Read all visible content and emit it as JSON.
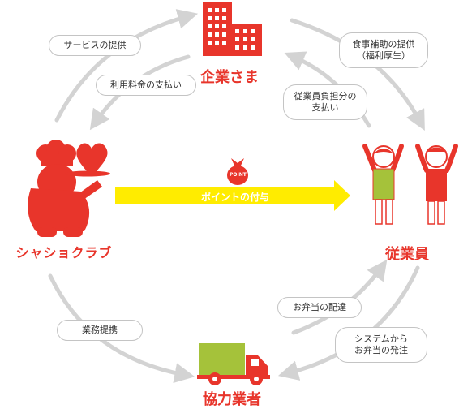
{
  "nodes": {
    "company": "企業さま",
    "employees": "従業員",
    "partner": "協力業者",
    "brand": "シャショクラブ"
  },
  "flows": {
    "service_provision": "サービスの提供",
    "usage_fee": "利用料金の支払い",
    "meal_subsidy_line1": "食事補助の提供",
    "meal_subsidy_line2": "（福利厚生）",
    "employee_share_line1": "従業員負担分の",
    "employee_share_line2": "支払い",
    "bento_delivery": "お弁当の配達",
    "order_line1": "システムから",
    "order_line2": "お弁当の発注",
    "business_partnership": "業務提携",
    "points_grant": "ポイントの付与",
    "point_badge": "POINT"
  },
  "colors": {
    "accent_red": "#e8352b",
    "arrow_yellow": "#ffec00",
    "cycle_gray": "#d3d3d3",
    "truck_green": "#a5c23a"
  }
}
